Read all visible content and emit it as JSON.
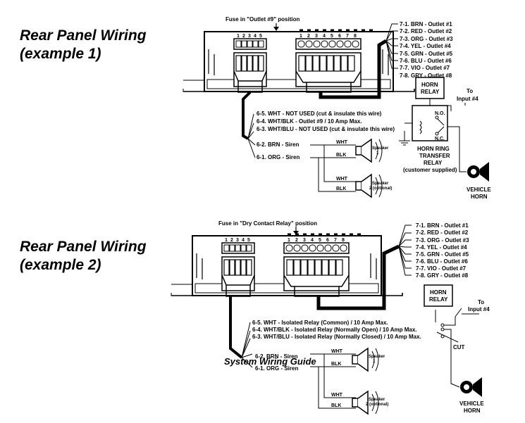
{
  "headings": {
    "ex1_line1": "Rear Panel Wiring",
    "ex1_line2": "(example 1)",
    "ex2_line1": "Rear Panel Wiring",
    "ex2_line2": "(example 2)"
  },
  "overlay_title": "System Wiring Guide",
  "connector_small_pins": [
    "1",
    "2",
    "3",
    "4",
    "5"
  ],
  "connector_large_pins": [
    "1",
    "2",
    "3",
    "4",
    "5",
    "6",
    "7",
    "8"
  ],
  "example1": {
    "fuse_label": "Fuse in \"Outlet #9\" position",
    "outlets": [
      "7-1.  BRN - Outlet #1",
      "7-2.  RED - Outlet #2",
      "7-3.  ORG - Outlet #3",
      "7-4.  YEL - Outlet #4",
      "7-5.  GRN - Outlet #5",
      "7-6.  BLU - Outlet #6",
      "7-7.  VIO - Outlet #7",
      "7-8.  GRY - Outlet #8"
    ],
    "wires": [
      "6-5.  WHT - NOT USED (cut & insulate this wire)",
      "6-4.  WHT/BLK - Outlet #9 / 10 Amp Max.",
      "6-3.  WHT/BLU - NOT USED (cut & insulate this wire)",
      "6-2.  BRN - Siren",
      "6-1.  ORG - Siren"
    ],
    "speaker1_wires": [
      "WHT",
      "BLK"
    ],
    "speaker2_wires": [
      "WHT",
      "BLK"
    ],
    "speaker1_label": [
      "Speaker",
      "1"
    ],
    "speaker2_label": [
      "Speaker",
      "2 (optional)"
    ],
    "relay_box": [
      "HORN",
      "RELAY"
    ],
    "to_input": [
      "To",
      "Input #4"
    ],
    "no_label": "N.O.",
    "nc_label": "N.C.",
    "transfer_relay": [
      "HORN RING",
      "TRANSFER",
      "RELAY",
      "(customer supplied)"
    ],
    "vehicle_horn": [
      "VEHICLE",
      "HORN"
    ]
  },
  "example2": {
    "fuse_label": "Fuse in \"Dry Contact Relay\" position",
    "outlets": [
      "7-1.  BRN - Outlet #1",
      "7-2.  RED - Outlet #2",
      "7-3.  ORG - Outlet #3",
      "7-4.  YEL - Outlet #4",
      "7-5.  GRN - Outlet #5",
      "7-6.  BLU - Outlet #6",
      "7-7.  VIO - Outlet #7",
      "7-8.  GRY - Outlet #8"
    ],
    "wires": [
      "6-5.  WHT - Isolated Relay (Common) / 10 Amp Max.",
      "6-4.  WHT/BLK - Isolated Relay (Normally Open) / 10 Amp Max.",
      "6-3.  WHT/BLU - Isolated Relay (Normally Closed) / 10 Amp Max.",
      "6-2.  BRN - Siren",
      "6-1.  ORG - Siren"
    ],
    "speaker1_wires": [
      "WHT",
      "BLK"
    ],
    "speaker2_wires": [
      "WHT",
      "BLK"
    ],
    "speaker1_label": [
      "Speaker",
      "1"
    ],
    "speaker2_label": [
      "Speaker",
      "2 (optional)"
    ],
    "relay_box": [
      "HORN",
      "RELAY"
    ],
    "to_input": [
      "To",
      "Input #4"
    ],
    "cut_label": "CUT",
    "vehicle_horn": [
      "VEHICLE",
      "HORN"
    ]
  }
}
